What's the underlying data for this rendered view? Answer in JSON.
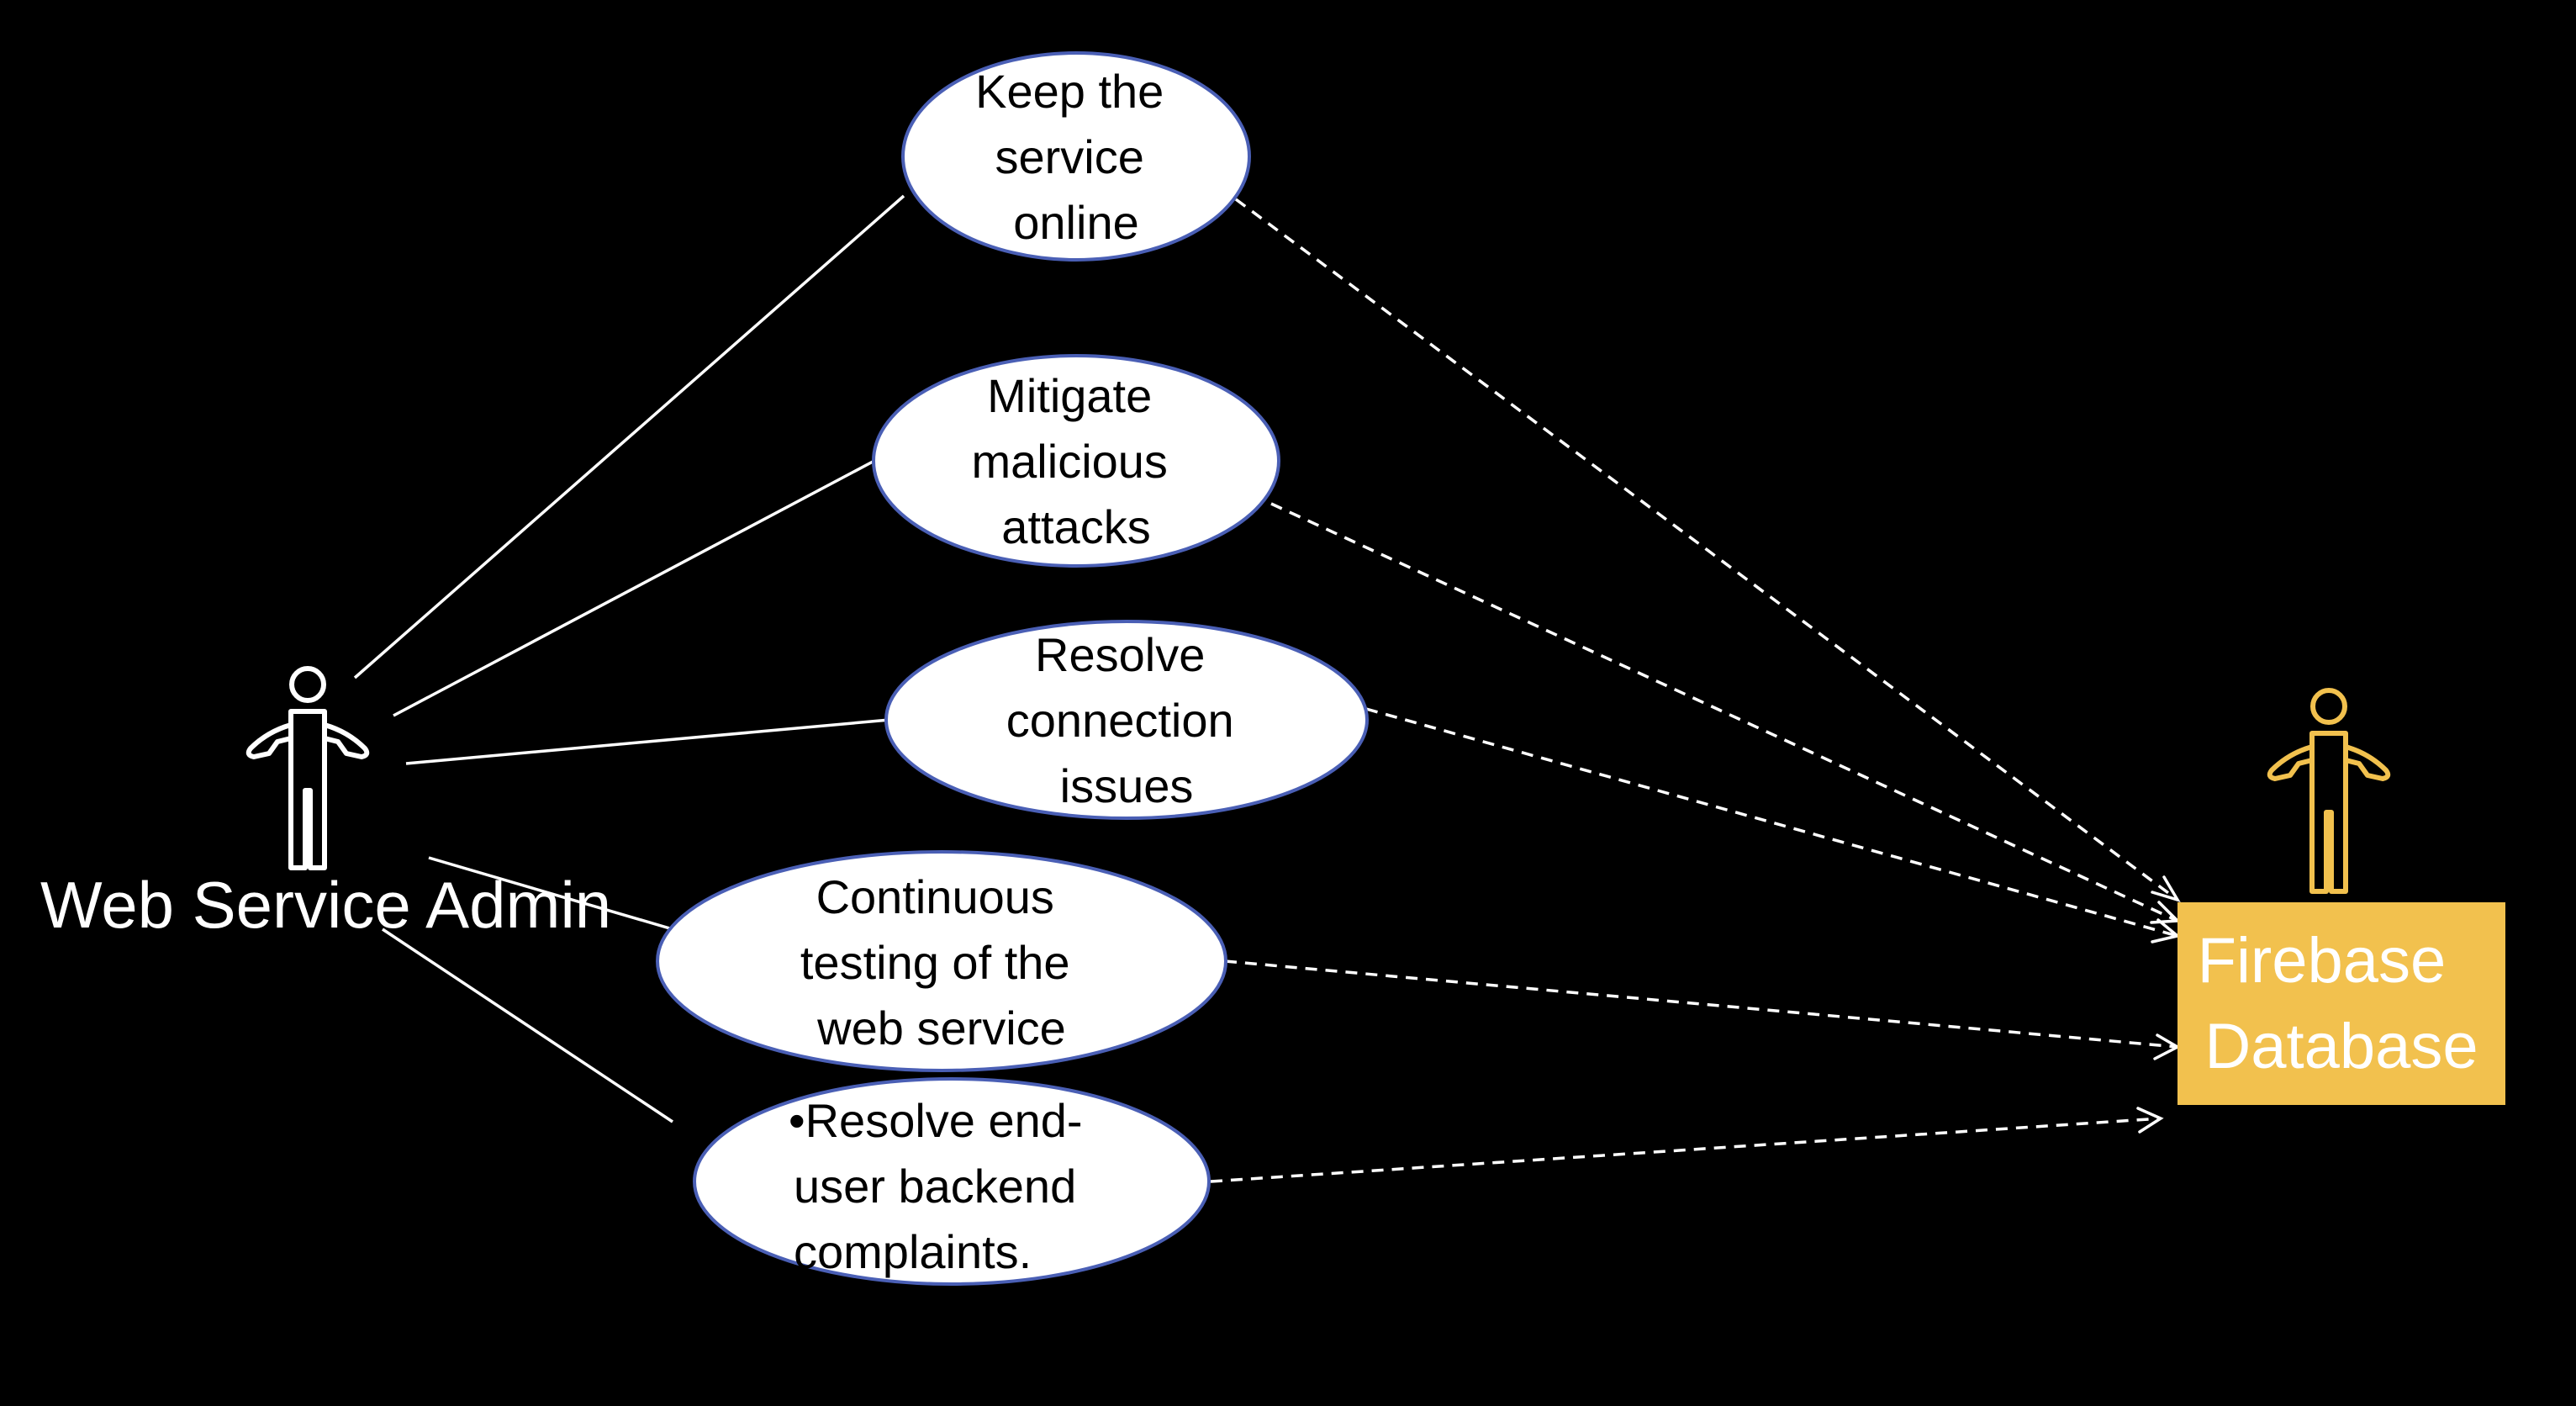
{
  "actor": {
    "label": "Web Service Admin",
    "icon": "person-icon",
    "color": "#ffffff"
  },
  "database": {
    "label_line1": "Firebase",
    "label_line2": "Database",
    "icon": "person-icon",
    "color": "#f2c14e"
  },
  "use_cases": [
    {
      "lines": [
        "Keep the",
        "service",
        "online"
      ]
    },
    {
      "lines": [
        "Mitigate",
        "malicious",
        "attacks"
      ]
    },
    {
      "lines": [
        "Resolve",
        "connection",
        "issues"
      ]
    },
    {
      "lines": [
        "Continuous",
        "testing of the",
        "web service"
      ]
    },
    {
      "lines": [
        "•Resolve end-",
        "user backend",
        "complaints."
      ]
    }
  ],
  "colors": {
    "background": "#000000",
    "ellipse_fill": "#ffffff",
    "ellipse_stroke": "#4a5fb5",
    "lines": "#ffffff"
  }
}
